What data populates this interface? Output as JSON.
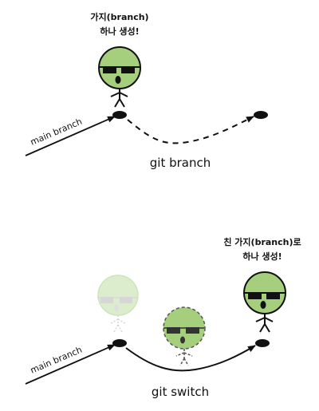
{
  "top": {
    "caption_line1": "가지(branch)",
    "caption_line2": "하나 생성!",
    "main_label": "main branch",
    "title": "git branch"
  },
  "bottom": {
    "caption_line1": "친 가지(branch)로",
    "caption_line2": "하나 생성!",
    "main_label": "main branch",
    "title": "git switch"
  },
  "colors": {
    "head_green": "#a5cf7d",
    "outline": "#111111",
    "ghost_fill": "#d7eac6",
    "ghost_stroke": "#b8d9a0",
    "mid_fill": "#a5cf7d"
  },
  "icons": [
    "character-head-icon",
    "sunglasses-icon",
    "node-ellipse-icon",
    "arrow-icon"
  ]
}
